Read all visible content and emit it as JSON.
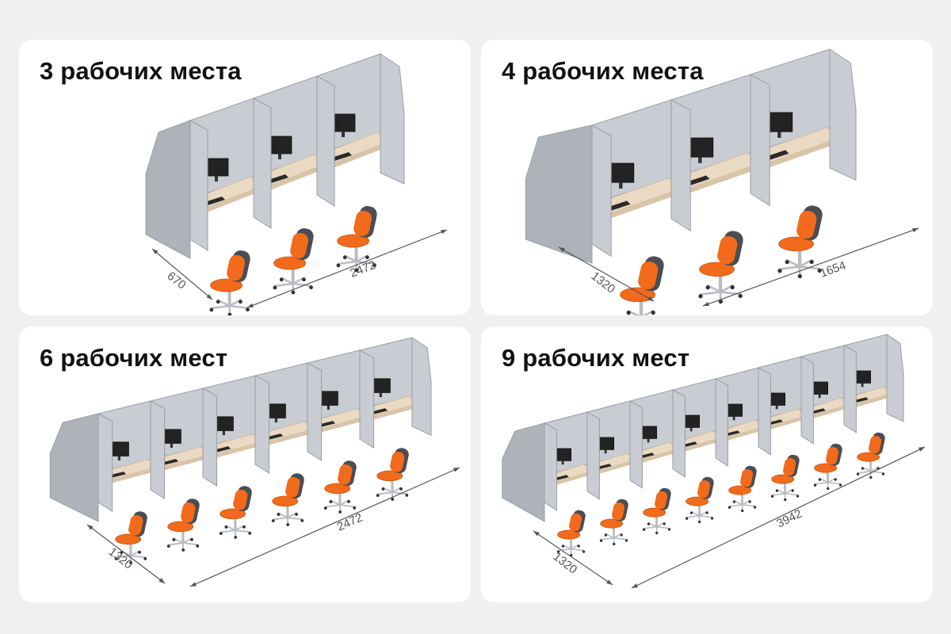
{
  "colors": {
    "panel": "#c9ccd2",
    "panel_dark": "#aeb2b9",
    "panel_edge": "#9a9ea6",
    "desk": "#ead9c3",
    "monitor": "#232323",
    "chair_back": "#4a4d54",
    "chair_seat": "#f26a1b",
    "chrome": "#b8bcc2",
    "dimension": "#555555"
  },
  "configurations": [
    {
      "title": "3 рабочих места",
      "workstations": 3,
      "depth_label": "670",
      "width_label": "2472"
    },
    {
      "title": "4 рабочих места",
      "workstations": 3,
      "depth_label": "1320",
      "width_label": "1654"
    },
    {
      "title": "6 рабочих мест",
      "workstations": 6,
      "depth_label": "1320",
      "width_label": "2472"
    },
    {
      "title": "9 рабочих мест",
      "workstations": 8,
      "depth_label": "1320",
      "width_label": "3942"
    }
  ]
}
